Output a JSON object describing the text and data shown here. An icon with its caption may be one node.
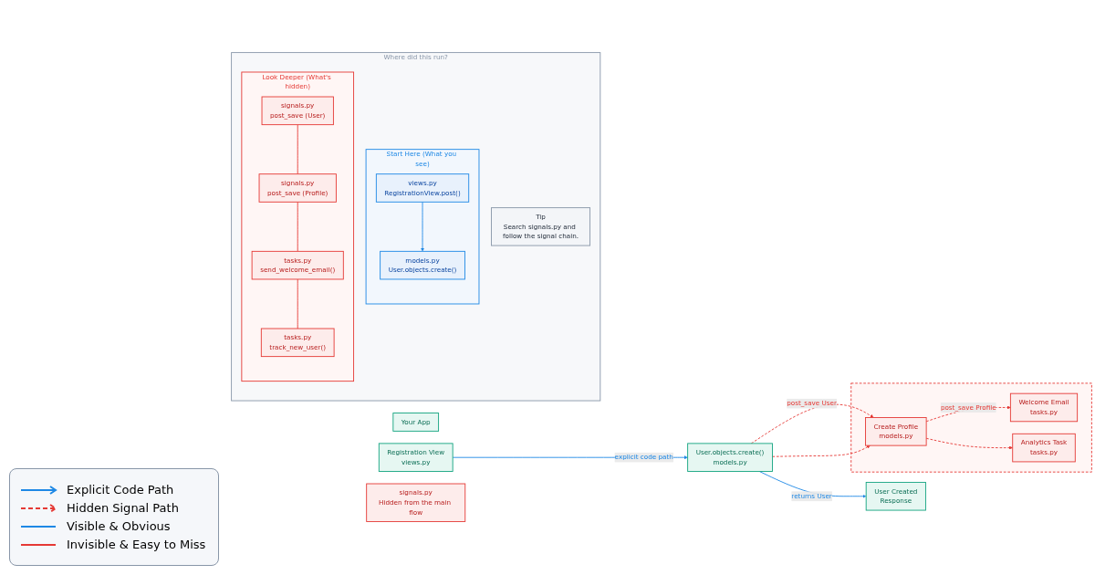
{
  "diagram": {
    "nodes": [
      {
        "text": [
          "Your App"
        ]
      },
      {
        "text": [
          "Registration View",
          "views.py"
        ]
      },
      {
        "text": [
          "User.objects.create()",
          "models.py"
        ]
      },
      {
        "text": [
          "User Created",
          "Response"
        ]
      },
      {
        "text": [],
        "shape": "box"
      },
      {
        "text": [
          "Create Profile",
          "models.py"
        ],
        "in": 4
      },
      {
        "text": [
          "Welcome Email",
          "tasks.py"
        ],
        "in": 4
      },
      {
        "text": [
          "Analytics Task",
          "tasks.py"
        ],
        "in": 4
      },
      {
        "text": [
          "signals.py",
          "Hidden from the main flow"
        ]
      },
      {
        "text": [
          "Where did this run?"
        ]
      },
      {
        "text": [
          "Start Here (What you see)"
        ],
        "in": 9
      },
      {
        "text": [
          "views.py",
          "RegistrationView.post()"
        ],
        "in": 10
      },
      {
        "text": [
          "models.py",
          "User.objects.create()"
        ],
        "in": 10
      },
      {
        "text": [
          "Look Deeper (What's hidden)"
        ],
        "in": 9
      },
      {
        "text": [
          "signals.py",
          "post_save (User)"
        ],
        "in": 13
      },
      {
        "text": [
          "signals.py",
          "post_save (Profile)"
        ],
        "in": 13
      },
      {
        "text": [
          "tasks.py",
          "send_welcome_email()"
        ],
        "in": 13
      },
      {
        "text": [
          "tasks.py",
          "track_new_user()"
        ],
        "in": 13
      },
      {
        "text": [
          "Tip",
          "Search signals.py and follow the signal chain."
        ],
        "in": 9
      }
    ],
    "edges": [
      {
        "from": 1,
        "to": 2,
        "arrow": "to",
        "label": "explicit code path",
        "color": "#1e88e5"
      },
      {
        "from": 2,
        "to": 5,
        "arrow": "to",
        "label": "post_save User",
        "style": "dashed"
      },
      {
        "from": 2,
        "to": 5,
        "arrow": "to",
        "style": "dashed"
      },
      {
        "from": 5,
        "to": 6,
        "arrow": "to",
        "label": "post_save Profile",
        "style": "dashed"
      },
      {
        "from": 5,
        "to": 7,
        "arrow": "to",
        "style": "dashed"
      },
      {
        "from": 2,
        "to": 3,
        "arrow": "to",
        "label": "returns User",
        "color": "#1e88e5"
      },
      {
        "from": 11,
        "to": 12,
        "arrow": "to",
        "color": "#1e88e5"
      },
      {
        "from": 14,
        "to": 15,
        "arrow": "none"
      },
      {
        "from": 15,
        "to": 16,
        "arrow": "none"
      },
      {
        "from": 16,
        "to": 17,
        "arrow": "none"
      }
    ],
    "legend": [
      {
        "text": "Explicit Code Path"
      },
      {
        "text": "Hidden Signal Path"
      },
      {
        "text": "Visible & Obvious"
      },
      {
        "text": "Invisible & Easy to Miss"
      }
    ]
  }
}
